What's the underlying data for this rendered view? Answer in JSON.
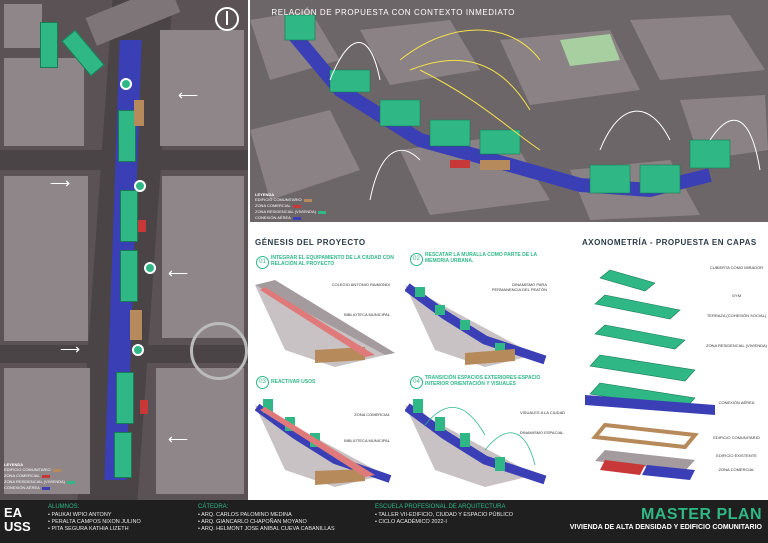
{
  "top_right_title": "RELACIÓN DE PROPUESTA CON CONTEXTO INMEDIATO",
  "top_right_legend": {
    "title": "LEYENDA",
    "items": [
      {
        "label": "EDIFICIO COMUNITARIO",
        "color": "#b68a5a"
      },
      {
        "label": "ZONA COMERCIAL",
        "color": "#c83838"
      },
      {
        "label": "ZONA RESIDENCIAL (VIVIENDA)",
        "color": "#2fb886"
      },
      {
        "label": "CONEXIÓN AÉREA",
        "color": "#3b3fb5"
      }
    ]
  },
  "left_legend": {
    "title": "LEYENDA",
    "items": [
      {
        "label": "EDIFICIO COMUNITARIO",
        "color": "#b68a5a"
      },
      {
        "label": "ZONA COMERCIAL",
        "color": "#c83838"
      },
      {
        "label": "ZONA RESIDENCIAL (VIVIENDA)",
        "color": "#2fb886"
      },
      {
        "label": "CONEXIÓN AÉREA",
        "color": "#3b3fb5"
      }
    ]
  },
  "genesis": {
    "title": "GÉNESIS DEL PROYECTO",
    "steps": [
      {
        "num": "01",
        "text": "INTEGRAR EL EQUIPAMIENTO DE LA CIUDAD CON RELACIÓN AL PROYECTO",
        "labels": [
          "COLEGIO ANTONIO RAIMONDI",
          "BIBLIOTECA MUNICIPAL"
        ]
      },
      {
        "num": "02",
        "text": "RESCATAR LA MURALLA COMO PARTE DE LA MEMORIA URBANA.",
        "labels": [
          "DINAMISMO PARA PERMANENCIA DEL PEATÓN"
        ]
      },
      {
        "num": "03",
        "text": "REACTIVAR USOS",
        "labels": [
          "ZONA COMERCIAL",
          "BIBLIOTECA MUNICIPAL"
        ]
      },
      {
        "num": "04",
        "text": "TRANSICIÓN ESPACIOS EXTERIORES-ESPACIO INTERIOR ORIENTACIÓN Y VISUALES",
        "labels": [
          "VISUALES A LA CIUDAD",
          "DINAMISMO ESPACIAL"
        ]
      }
    ]
  },
  "axonometry": {
    "title": "AXONOMETRÍA - PROPUESTA EN CAPAS",
    "layers": [
      "CUBIERTA COMO MIRADOR",
      "GYM",
      "TERRAZA (COHESIÓN SOCIAL)",
      "ZONA RESIDENCIAL (VIVIENDA)",
      "CONEXIÓN AÉREA",
      "EDIFICIO COMUNITARIO",
      "EDIFICIO EXISTENTE",
      "ZONA COMERCIAL"
    ]
  },
  "footer": {
    "logo_top": "EA",
    "logo_bottom": "USS",
    "students_title": "ALUMNOS:",
    "students": [
      "• PAUKAI WPIO ANTONY",
      "• PERALTA CAMPOS NIXON JULINO",
      "• PITA SEGURA KATHIA LIZETH"
    ],
    "chair_title": "CÁTEDRA:",
    "chair": [
      "• ARQ. CARLOS PALOMINO MEDINA",
      "• ARQ. GIANCARLO CHAPOÑAN MOYANO",
      "• ARQ. HELMONT JOSE ANIBAL CUEVA CABANILLAS"
    ],
    "school_title": "ESCUELA PROFESIONAL DE ARQUITECTURA",
    "school": [
      "• TALLER VII-EDIFICIO, CIUDAD Y ESPACIO PÚBLICO",
      "• CICLO ACADÉMICO 2022-I"
    ],
    "plan_title": "MASTER PLAN",
    "plan_subtitle": "VIVIENDA DE ALTA DENSIDAD Y EDIFICIO COMUNITARIO"
  }
}
